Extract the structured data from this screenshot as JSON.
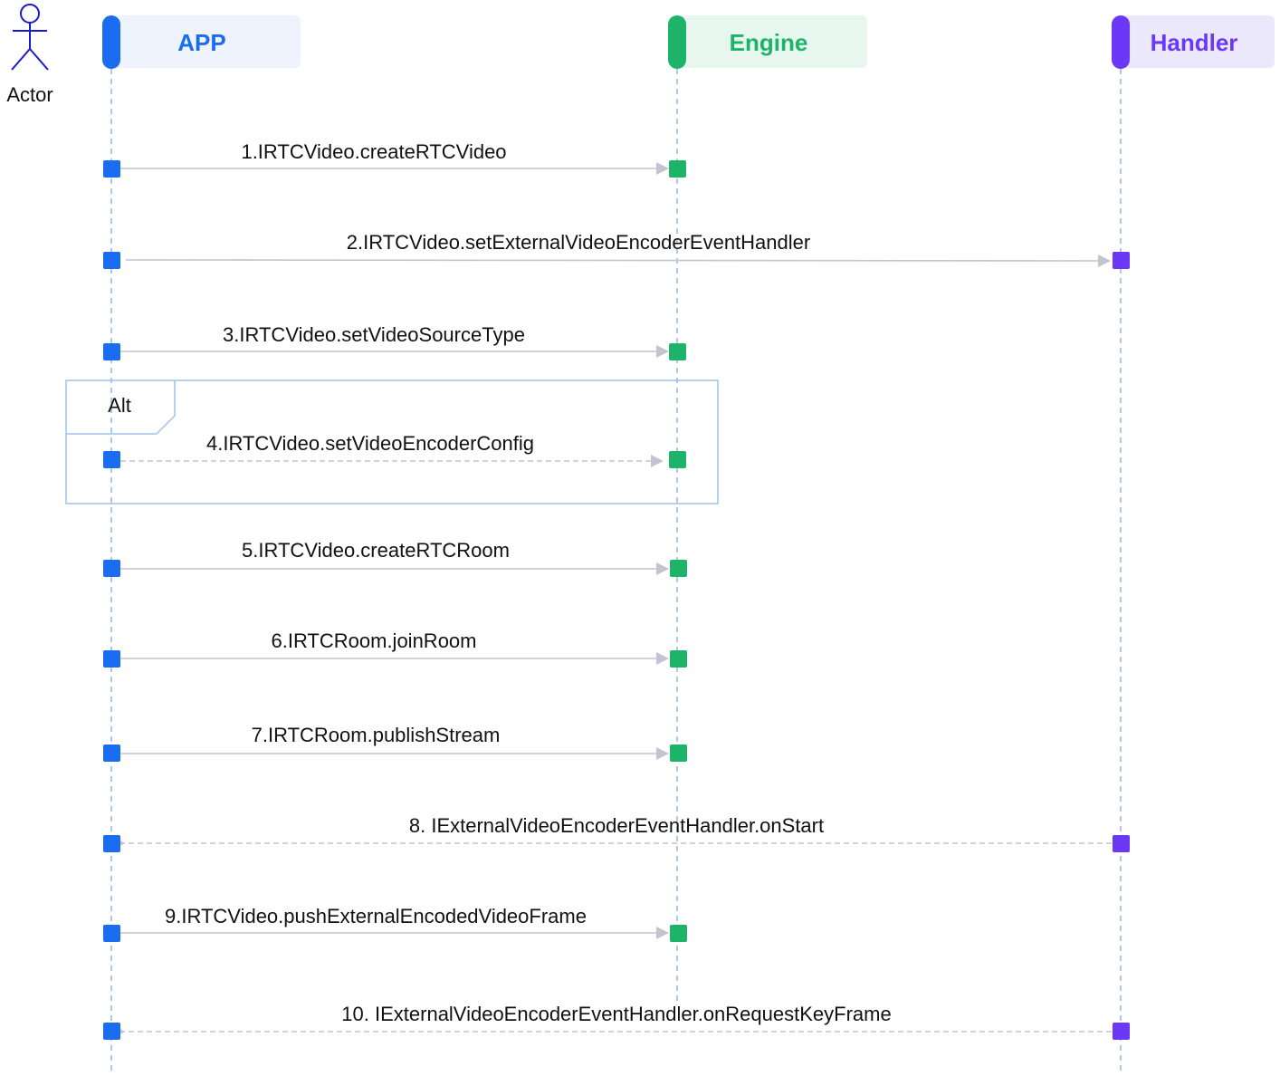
{
  "actor": {
    "label": "Actor",
    "color": "#1a1acc"
  },
  "participants": [
    {
      "id": "app",
      "label": "APP",
      "accent": "#1a6cf0",
      "bg": "#eef3fd",
      "text": "#1a6cf0"
    },
    {
      "id": "engine",
      "label": "Engine",
      "accent": "#1db46a",
      "bg": "#e7f6ee",
      "text": "#1db46a"
    },
    {
      "id": "handler",
      "label": "Handler",
      "accent": "#6b38f5",
      "bg": "#ece8fb",
      "text": "#6b38f5"
    }
  ],
  "fragment": {
    "label": "Alt",
    "color": "#9ec0ec"
  },
  "messages": [
    {
      "label": "1.IRTCVideo.createRTCVideo",
      "from": "app",
      "to": "engine",
      "style": "solid"
    },
    {
      "label": "2.IRTCVideo.setExternalVideoEncoderEventHandler",
      "from": "app",
      "to": "handler",
      "style": "solid"
    },
    {
      "label": "3.IRTCVideo.setVideoSourceType",
      "from": "app",
      "to": "engine",
      "style": "solid"
    },
    {
      "label": "4.IRTCVideo.setVideoEncoderConfig",
      "from": "app",
      "to": "engine",
      "style": "dashed"
    },
    {
      "label": "5.IRTCVideo.createRTCRoom",
      "from": "app",
      "to": "engine",
      "style": "solid"
    },
    {
      "label": "6.IRTCRoom.joinRoom",
      "from": "app",
      "to": "engine",
      "style": "solid"
    },
    {
      "label": "7.IRTCRoom.publishStream",
      "from": "app",
      "to": "engine",
      "style": "solid"
    },
    {
      "label": "8. IExternalVideoEncoderEventHandler.onStart",
      "from": "handler",
      "to": "app",
      "style": "dashed"
    },
    {
      "label": "9.IRTCVideo.pushExternalEncodedVideoFrame",
      "from": "app",
      "to": "engine",
      "style": "solid"
    },
    {
      "label": "10. IExternalVideoEncoderEventHandler.onRequestKeyFrame",
      "from": "handler",
      "to": "app",
      "style": "dashed"
    }
  ],
  "colors": {
    "lifeline": "#8fb6e8",
    "arrow": "#c3c3d2"
  }
}
